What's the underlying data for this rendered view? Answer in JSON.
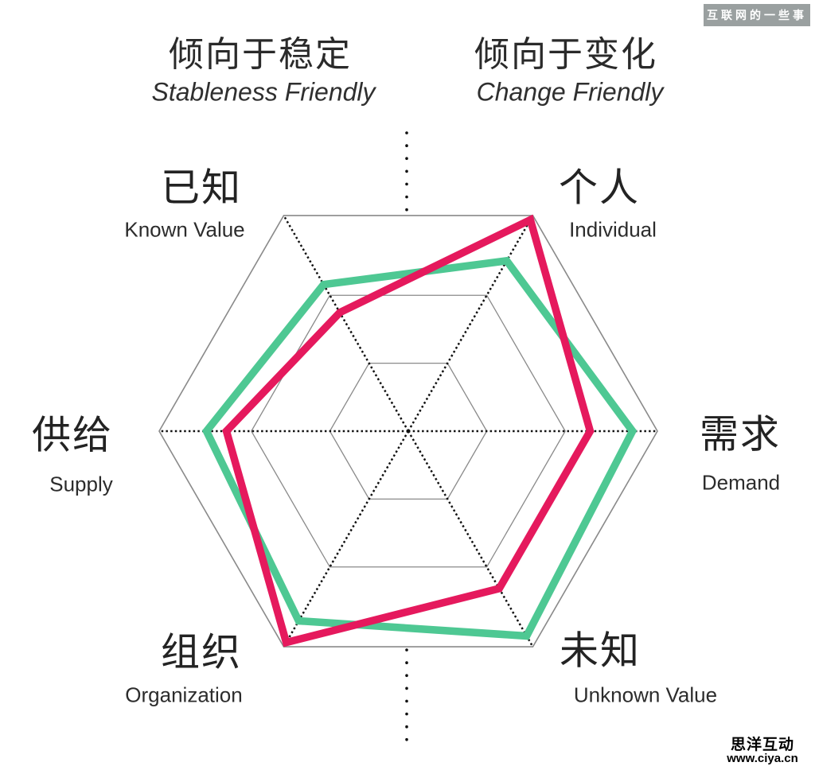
{
  "headers": {
    "left": {
      "zh": "倾向于稳定",
      "en": "Stableness Friendly"
    },
    "right": {
      "zh": "倾向于变化",
      "en": "Change Friendly"
    }
  },
  "watermarks": {
    "top_right_banner": "互联网的一些事",
    "brand": "思洋互动",
    "brand_url": "www.ciya.cn"
  },
  "colors": {
    "series_green": "#4ec893",
    "series_pink": "#e5195d",
    "grid": "#8a8a8a",
    "axis": "#111111",
    "divider": "#111111",
    "banner_bg": "#9aa0a0",
    "banner_text": "#ffffff"
  },
  "chart_data": {
    "type": "radar",
    "grid_shape": "hexagon",
    "levels": [
      0.315,
      0.63,
      1.0
    ],
    "value_min": 0,
    "value_max": 1.0,
    "legend": "none",
    "axes": [
      {
        "key": "demand",
        "zh": "需求",
        "en": "Demand",
        "angle_deg": 0
      },
      {
        "key": "individual",
        "zh": "个人",
        "en": "Individual",
        "angle_deg": 60
      },
      {
        "key": "known_value",
        "zh": "已知",
        "en": "Known Value",
        "angle_deg": 120
      },
      {
        "key": "supply",
        "zh": "供给",
        "en": "Supply",
        "angle_deg": 180
      },
      {
        "key": "organization",
        "zh": "组织",
        "en": "Organization",
        "angle_deg": 240
      },
      {
        "key": "unknown_value",
        "zh": "未知",
        "en": "Unknown Value",
        "angle_deg": 300
      }
    ],
    "series": [
      {
        "id": "green",
        "color": "#4ec893",
        "values": [
          0.9,
          0.79,
          0.68,
          0.81,
          0.88,
          0.95
        ]
      },
      {
        "id": "pink",
        "color": "#e5195d",
        "values": [
          0.73,
          0.98,
          0.55,
          0.73,
          0.98,
          0.73
        ]
      }
    ],
    "halves_note": {
      "left_of_divider": "倾向于稳定 Stableness Friendly",
      "right_of_divider": "倾向于变化 Change Friendly"
    }
  }
}
